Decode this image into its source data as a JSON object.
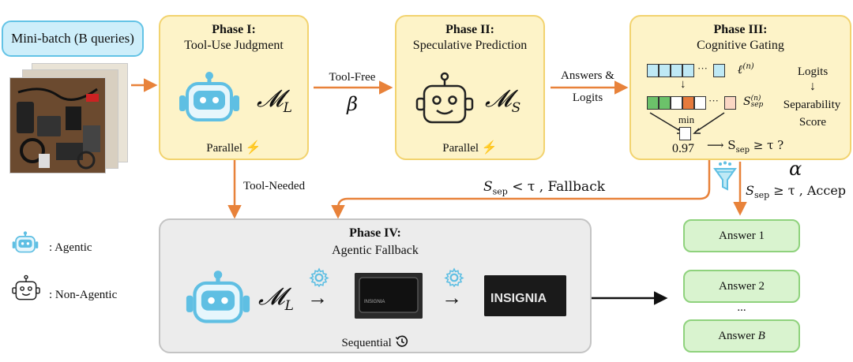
{
  "input": {
    "minibatch_label": "Mini-batch (B queries)"
  },
  "phase1": {
    "title": "Phase I:",
    "subtitle": "Tool-Use Judgment",
    "model": "𝓜",
    "model_sub": "L",
    "footer": "Parallel"
  },
  "phase2": {
    "title": "Phase II:",
    "subtitle": "Speculative Prediction",
    "model": "𝓜",
    "model_sub": "S",
    "footer": "Parallel"
  },
  "phase3": {
    "title": "Phase III:",
    "subtitle": "Cognitive Gating",
    "logit_label": "ℓ",
    "logit_sup": "(n)",
    "sep_label": "S",
    "sep_sup": "(n)",
    "sep_sub": "sep",
    "min_label": "min",
    "score_value": "0.97",
    "check_text": "⟶ S",
    "check_sub": "sep",
    "check_tail": " ≥ τ ?",
    "logits_word": "Logits",
    "down_arrow": "↓",
    "separability_line1": "Separability",
    "separability_line2": "Score"
  },
  "phase4": {
    "title": "Phase IV:",
    "subtitle": "Agentic Fallback",
    "model": "𝓜",
    "model_sub": "L",
    "footer": "Sequential",
    "insignia_text": "INSIGNIA",
    "small_insignia_text": "INSIGNIA"
  },
  "edges": {
    "tool_free": "Tool-Free",
    "beta": "β",
    "answers_logits_1": "Answers &",
    "answers_logits_2": "Logits",
    "tool_needed": "Tool-Needed",
    "fallback_s": "S",
    "fallback_sub": "sep",
    "fallback_tail": " < τ ,  Fallback",
    "alpha": "α",
    "accept_s": "S",
    "accept_sub": "sep",
    "accept_tail": " ≥ τ ,  Accep"
  },
  "answers": {
    "a1": "Answer 1",
    "a2": "Answer 2",
    "dots": "...",
    "aB_prefix": "Answer ",
    "aB_var": "B"
  },
  "legend": {
    "agentic": ": Agentic",
    "non_agentic": ": Non-Agentic"
  },
  "colors": {
    "arrow_orange": "#e8823a",
    "robot_blue": "#5fbfe3",
    "cell_blue": "#bfe9f5",
    "cell_green": "#6cc26a",
    "cell_orange": "#e67a3c",
    "cell_peach": "#fbd7c4"
  }
}
